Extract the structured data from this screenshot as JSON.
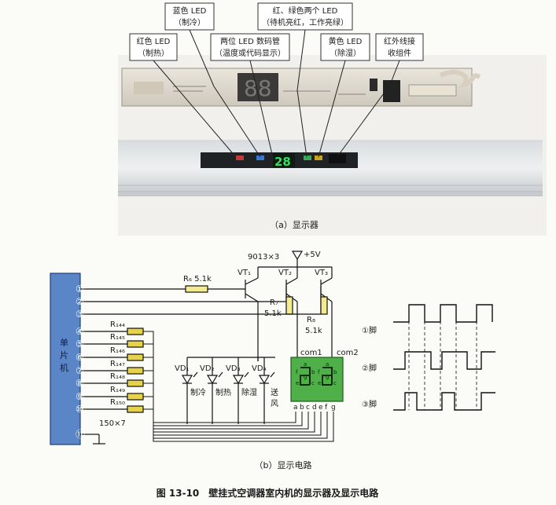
{
  "photo_labels": {
    "red_led": [
      "红色 LED",
      "（制热）"
    ],
    "blue_led": [
      "蓝色 LED",
      "（制冷）"
    ],
    "digit_tube": [
      "两位 LED 数码管",
      "（温度或代码显示）"
    ],
    "red_green_led": [
      "红、绿色两个 LED",
      "（待机亮红，工作亮绿）"
    ],
    "yellow_led": [
      "黄色 LED",
      "（除湿）"
    ],
    "ir_receiver": [
      "红外线接",
      "收组件"
    ]
  },
  "display_reading": "28",
  "caption_a": "（a）显示器",
  "circuit": {
    "transistor_type": "9013×3",
    "vcc": "+5V",
    "mcu": "单片机",
    "pins": [
      "①",
      "②",
      "③",
      "④",
      "⑤",
      "⑥",
      "⑦",
      "⑧",
      "⑨",
      "⑩",
      "⑪"
    ],
    "r6": "R₆ 5.1k",
    "vt1": "VT₁",
    "vt2": "VT₂",
    "vt3": "VT₃",
    "r7": [
      "R₇",
      "5.1k"
    ],
    "r8": [
      "R₈",
      "5.1k"
    ],
    "resistors": [
      "R₁₄₄",
      "R₁₄₅",
      "R₁₄₆",
      "R₁₄₇",
      "R₁₄₈",
      "R₁₄₉",
      "R₁₅₀"
    ],
    "res_value": "150×7",
    "leds": [
      "VD₁",
      "VD₂",
      "VD₃",
      "VD₄"
    ],
    "led_funcs": [
      "制冷",
      "制热",
      "除湿",
      "送风"
    ],
    "com1": "com1",
    "com2": "com2",
    "seg_letters": [
      "a",
      "b",
      "c",
      "d",
      "e",
      "f",
      "g"
    ],
    "digit_segs": [
      "a",
      "f",
      "b",
      "g",
      "e",
      "c"
    ]
  },
  "waveform_labels": [
    "①脚",
    "②脚",
    "③脚"
  ],
  "caption_b": "（b）显示电路",
  "figure_title": "图 13-10　壁挂式空调器室内机的显示器及显示电路"
}
